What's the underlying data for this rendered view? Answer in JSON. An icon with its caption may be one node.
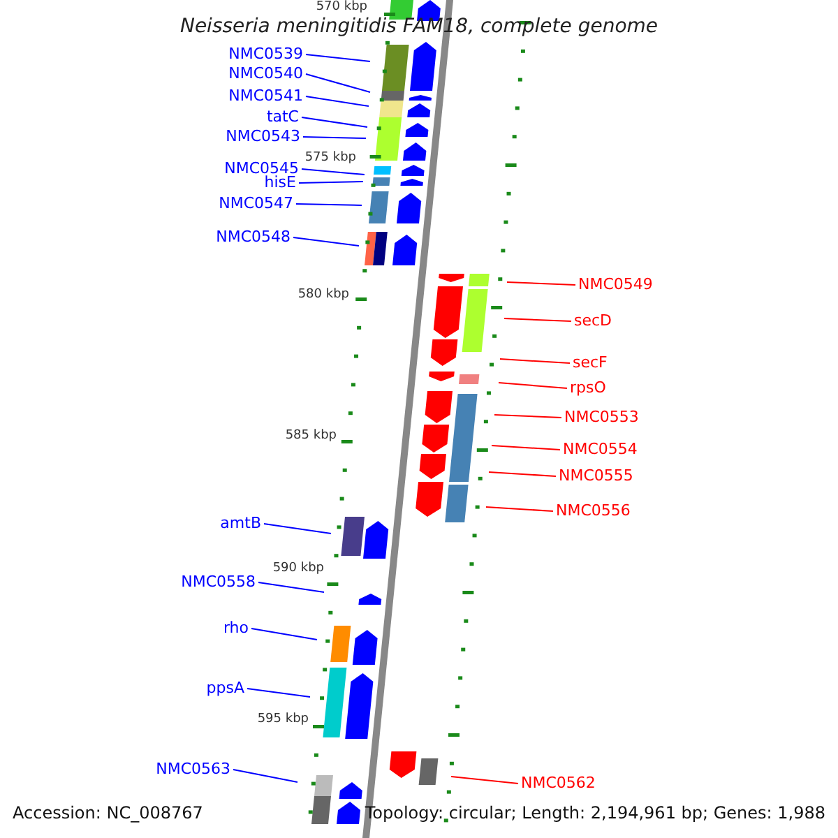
{
  "diagram": {
    "title": "Neisseria meningitidis FAM18, complete genome",
    "nodes": [
      {
        "text": [
          "NMC0539"
        ]
      },
      {
        "text": [
          "NMC0540"
        ]
      },
      {
        "text": [
          "NMC0541"
        ]
      },
      {
        "text": [
          "tatC"
        ]
      },
      {
        "text": [
          "NMC0543"
        ]
      },
      {
        "text": [
          "NMC0545"
        ]
      },
      {
        "text": [
          "hisE"
        ]
      },
      {
        "text": [
          "NMC0547"
        ]
      },
      {
        "text": [
          "NMC0548"
        ]
      },
      {
        "text": [
          "NMC0549"
        ]
      },
      {
        "text": [
          "secD"
        ]
      },
      {
        "text": [
          "secF"
        ]
      },
      {
        "text": [
          "rpsO"
        ]
      },
      {
        "text": [
          "NMC0553"
        ]
      },
      {
        "text": [
          "NMC0554"
        ]
      },
      {
        "text": [
          "NMC0555"
        ]
      },
      {
        "text": [
          "NMC0556"
        ]
      },
      {
        "text": [
          "amtB"
        ]
      },
      {
        "text": [
          "NMC0558"
        ]
      },
      {
        "text": [
          "rho"
        ]
      },
      {
        "text": [
          "ppsA"
        ]
      },
      {
        "text": [
          "NMC0563"
        ]
      },
      {
        "text": [
          "NMC0562"
        ]
      }
    ],
    "edges": [
      {
        "from": 0,
        "to": null,
        "arrow": "none"
      },
      {
        "from": 1,
        "to": null,
        "arrow": "none"
      },
      {
        "from": 2,
        "to": null,
        "arrow": "none"
      },
      {
        "from": 3,
        "to": null,
        "arrow": "none"
      },
      {
        "from": 4,
        "to": null,
        "arrow": "none"
      },
      {
        "from": 5,
        "to": null,
        "arrow": "none"
      },
      {
        "from": 6,
        "to": null,
        "arrow": "none"
      },
      {
        "from": 7,
        "to": null,
        "arrow": "none"
      },
      {
        "from": 8,
        "to": null,
        "arrow": "none"
      },
      {
        "from": 9,
        "to": null,
        "arrow": "none",
        "color": "#ff0000"
      },
      {
        "from": 10,
        "to": null,
        "arrow": "none",
        "color": "#ff0000"
      },
      {
        "from": 11,
        "to": null,
        "arrow": "none",
        "color": "#ff0000"
      },
      {
        "from": 12,
        "to": null,
        "arrow": "none",
        "color": "#ff0000"
      },
      {
        "from": 13,
        "to": null,
        "arrow": "none",
        "color": "#ff0000"
      },
      {
        "from": 14,
        "to": null,
        "arrow": "none",
        "color": "#ff0000"
      },
      {
        "from": 15,
        "to": null,
        "arrow": "none",
        "color": "#ff0000"
      },
      {
        "from": 16,
        "to": null,
        "arrow": "none",
        "color": "#ff0000"
      },
      {
        "from": 17,
        "to": null,
        "arrow": "none"
      },
      {
        "from": 18,
        "to": null,
        "arrow": "none"
      },
      {
        "from": 19,
        "to": null,
        "arrow": "none"
      },
      {
        "from": 20,
        "to": null,
        "arrow": "none"
      },
      {
        "from": 21,
        "to": null,
        "arrow": "none"
      },
      {
        "from": 22,
        "to": null,
        "arrow": "none",
        "color": "#ff0000"
      }
    ],
    "labels": [
      "570 kbp",
      "575 kbp",
      "580 kbp",
      "585 kbp",
      "590 kbp",
      "595 kbp",
      "Accession: NC_008767",
      "Topology: circular; Length: 2,194,961 bp; Genes: 1,988"
    ]
  }
}
